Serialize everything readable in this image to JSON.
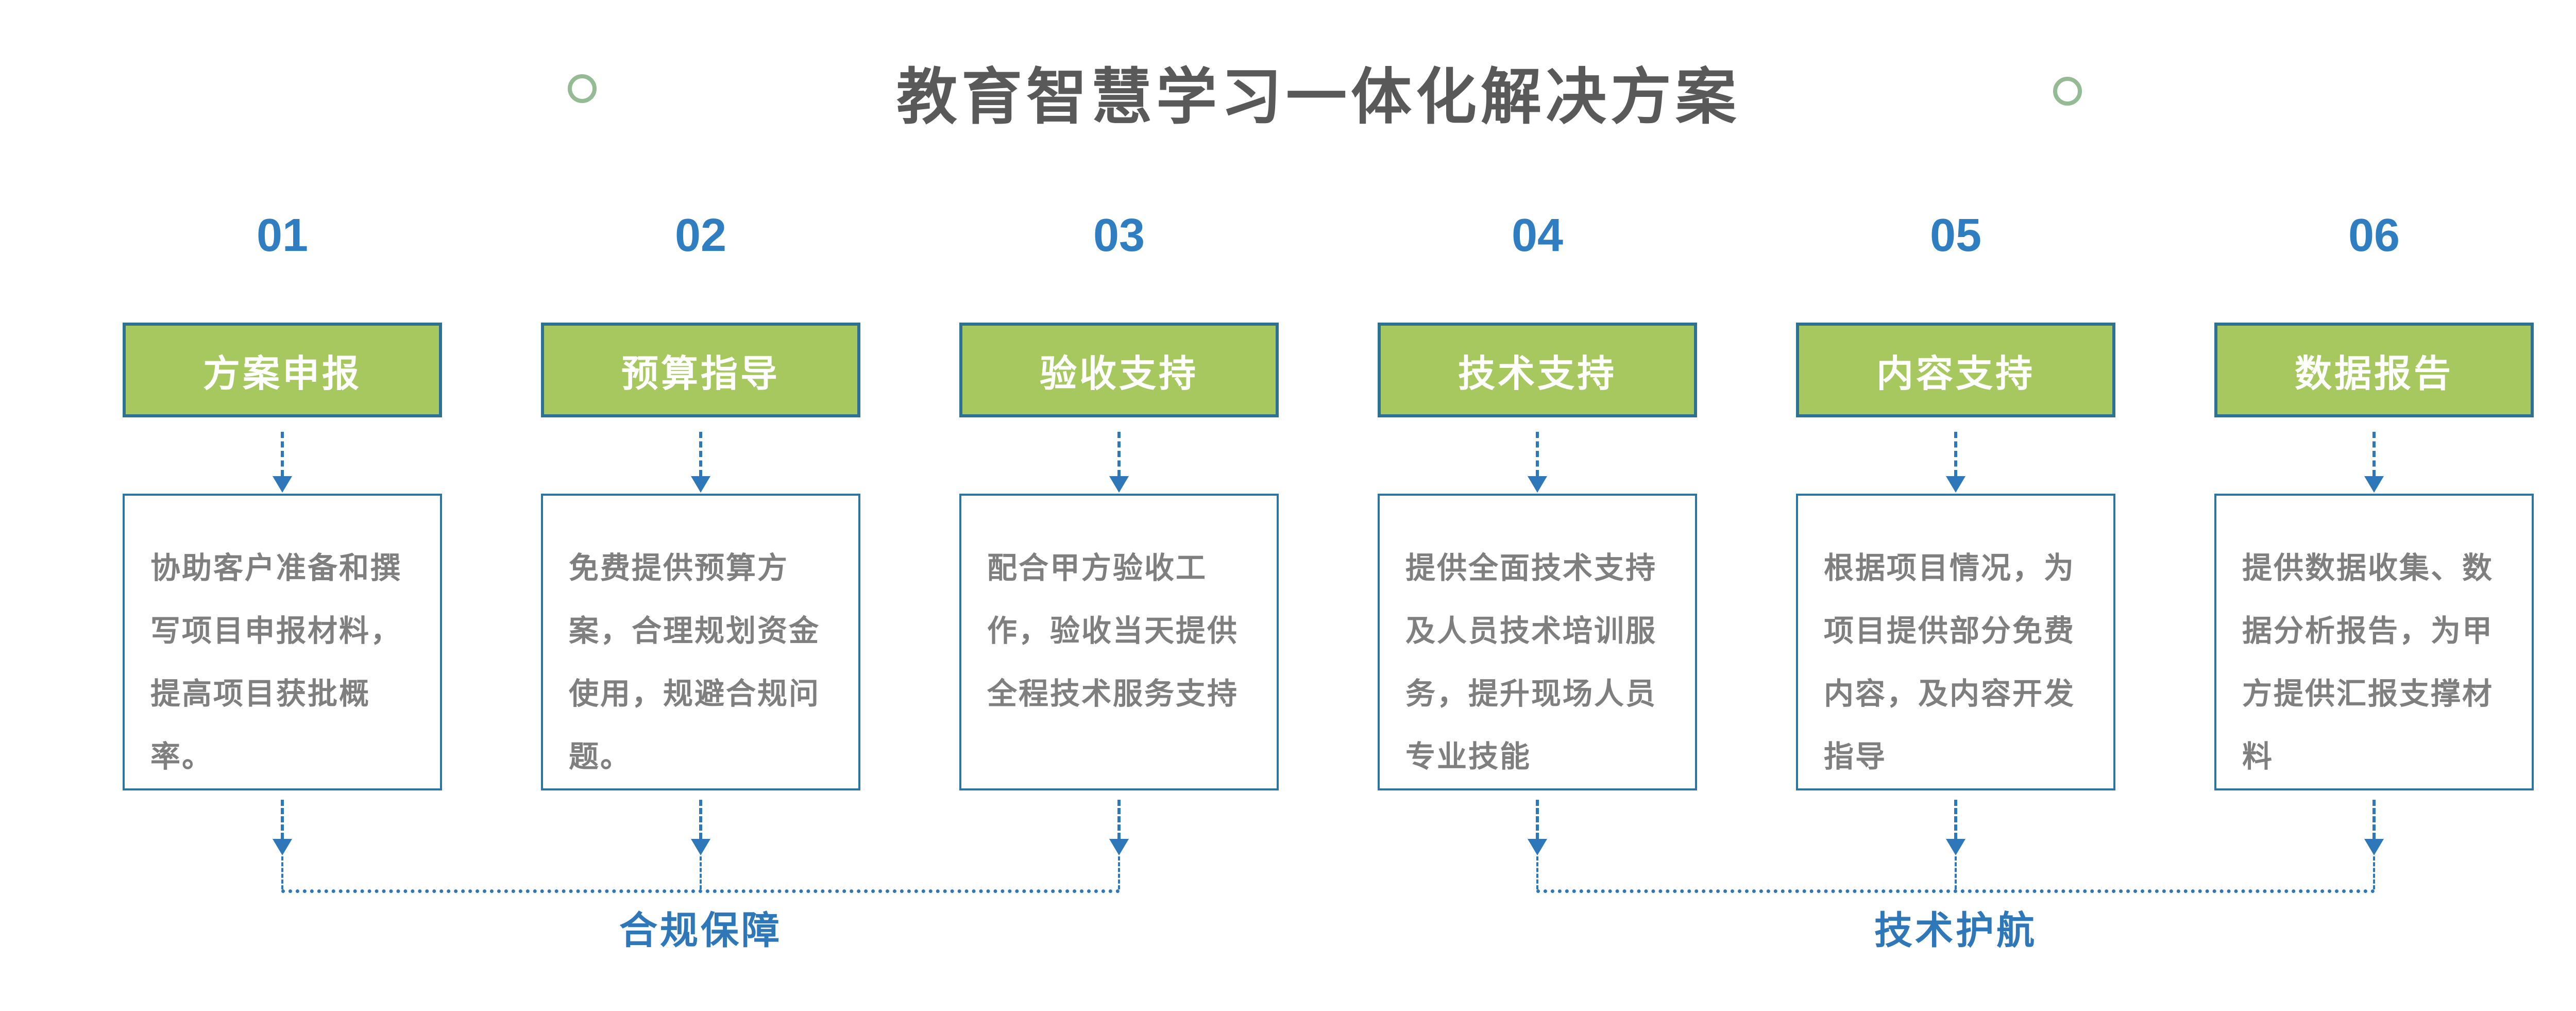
{
  "title": "教育智慧学习一体化解决方案",
  "columns": [
    {
      "number": "01",
      "header": "方案申报",
      "description": "协助客户准备和撰写项目申报材料，提高项目获批概率。"
    },
    {
      "number": "02",
      "header": "预算指导",
      "description": "免费提供预算方案，合理规划资金使用，规避合规问题。"
    },
    {
      "number": "03",
      "header": "验收支持",
      "description": "配合甲方验收工作，验收当天提供全程技术服务支持"
    },
    {
      "number": "04",
      "header": "技术支持",
      "description": "提供全面技术支持及人员技术培训服务，提升现场人员专业技能"
    },
    {
      "number": "05",
      "header": "内容支持",
      "description": "根据项目情况，为项目提供部分免费内容，及内容开发指导"
    },
    {
      "number": "06",
      "header": "数据报告",
      "description": "提供数据收集、数据分析报告，为甲方提供汇报支撑材料"
    }
  ],
  "groups": [
    {
      "label": "合规保障"
    },
    {
      "label": "技术护航"
    }
  ],
  "colors": {
    "header_green": "#A6C85F",
    "box_border_teal": "#2E7193",
    "desc_border_blue": "#2E74A0",
    "accent_blue": "#2E77B8",
    "number_blue": "#2F7EC1",
    "description_gray": "#7F7F7F",
    "title_gray": "#595959",
    "ring_green": "#95BB95"
  }
}
